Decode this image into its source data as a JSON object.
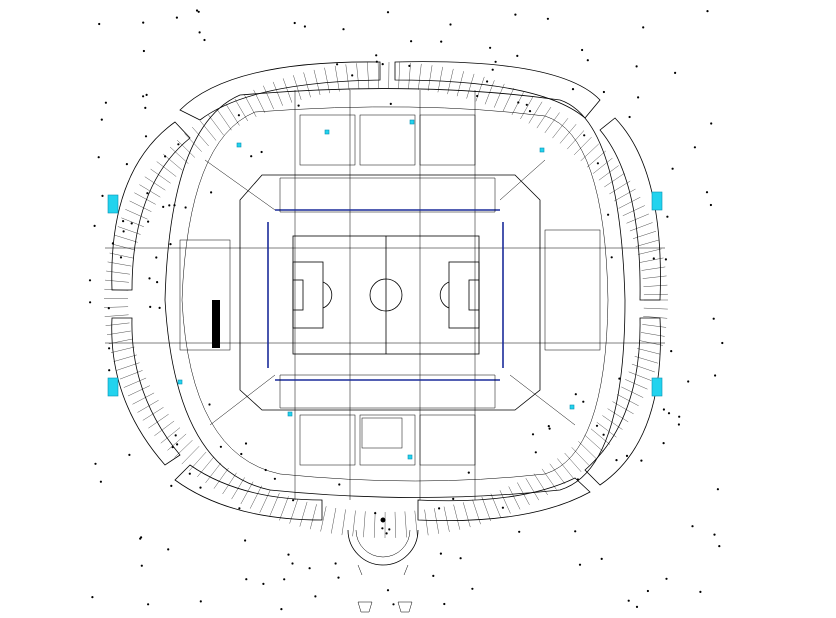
{
  "drawing": {
    "subject": "stadium-floor-plan",
    "colors": {
      "background": "#ffffff",
      "linework": "#000000",
      "seating_rail": "#1a2b9a",
      "accent_fixtures": "#22d3ee"
    },
    "elements": {
      "pitch": "football-pitch",
      "bowl": "seating-bowl",
      "concourse": "concourse-ring",
      "roof": "roof-canopy",
      "entrance": "circular-entrance-plaza",
      "site": "site-bollards"
    }
  }
}
